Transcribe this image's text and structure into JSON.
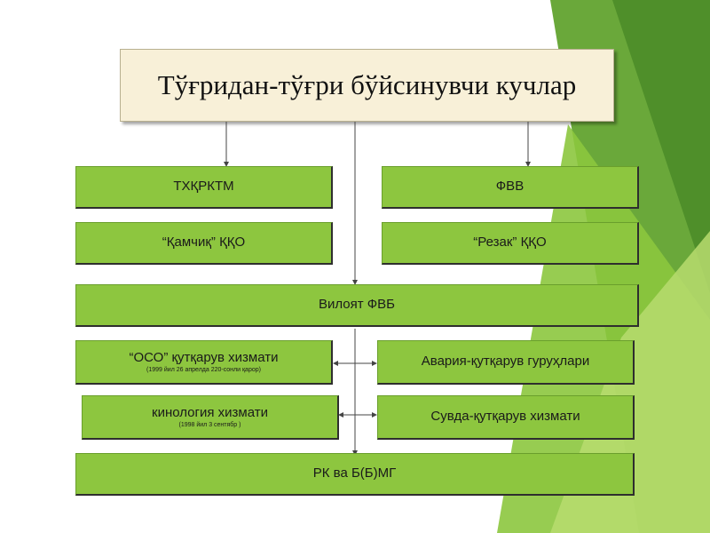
{
  "title": "Тўғридан-тўғри бўйсинувчи кучлар",
  "boxes": {
    "tkhkrktm": "ТХҚРКТМ",
    "fvv": "ФВВ",
    "qamchiq": "“Қамчиқ” ҚҚО",
    "rezak": "“Резак” ҚҚО",
    "viloyat": "Вилоят ФВБ",
    "oso": "“ОСО” қутқарув хизмати",
    "oso_note": "(1999 йил 26 апрелда 220-сонли қарор)",
    "avariya": "Авария-қутқарув гуруҳлари",
    "kinologiya": "кинология хизмати",
    "kinologiya_note": "(1998 йил 3 сентябр )",
    "suvda": "Сувда-қутқарув хизмати",
    "rk": "РК ва Б(Б)МГ"
  },
  "colors": {
    "box_fill": "#8dc63f",
    "title_fill": "#f8f0d8",
    "decor_green_dark": "#5a9e2f",
    "decor_green_light": "#8cc63e"
  }
}
